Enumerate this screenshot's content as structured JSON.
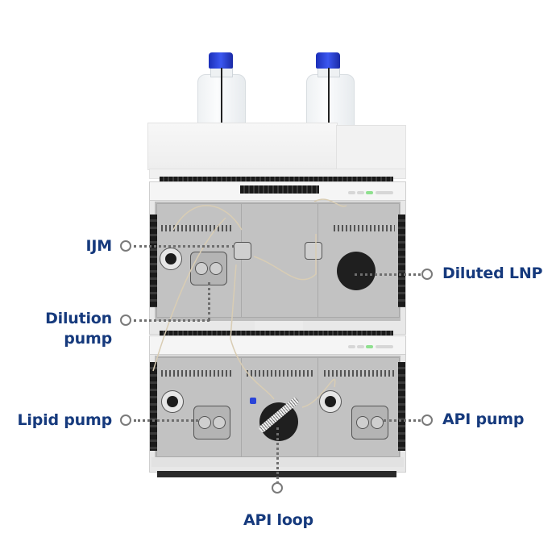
{
  "diagram": {
    "subject": "LNP formulation HPLC system",
    "accent_color": "#163a7d",
    "marker_color": "#7a7a7a",
    "bottle_cap_color": "#2a44d8",
    "labels": {
      "ijm": "IJM",
      "dilution_pump_line1": "Dilution",
      "dilution_pump_line2": "pump",
      "diluted_lnp": "Diluted LNP",
      "lipid_pump": "Lipid pump",
      "api_pump": "API pump",
      "api_loop": "API loop"
    },
    "components": [
      {
        "name": "solvent-bottle-left",
        "type": "bottle"
      },
      {
        "name": "solvent-bottle-right",
        "type": "bottle"
      },
      {
        "name": "solvent-tray",
        "type": "tray"
      },
      {
        "name": "upper-module",
        "contains": [
          "IJM",
          "Dilution pump",
          "Diluted LNP valve"
        ]
      },
      {
        "name": "lower-module",
        "contains": [
          "Lipid pump",
          "API loop",
          "API pump"
        ]
      }
    ]
  }
}
